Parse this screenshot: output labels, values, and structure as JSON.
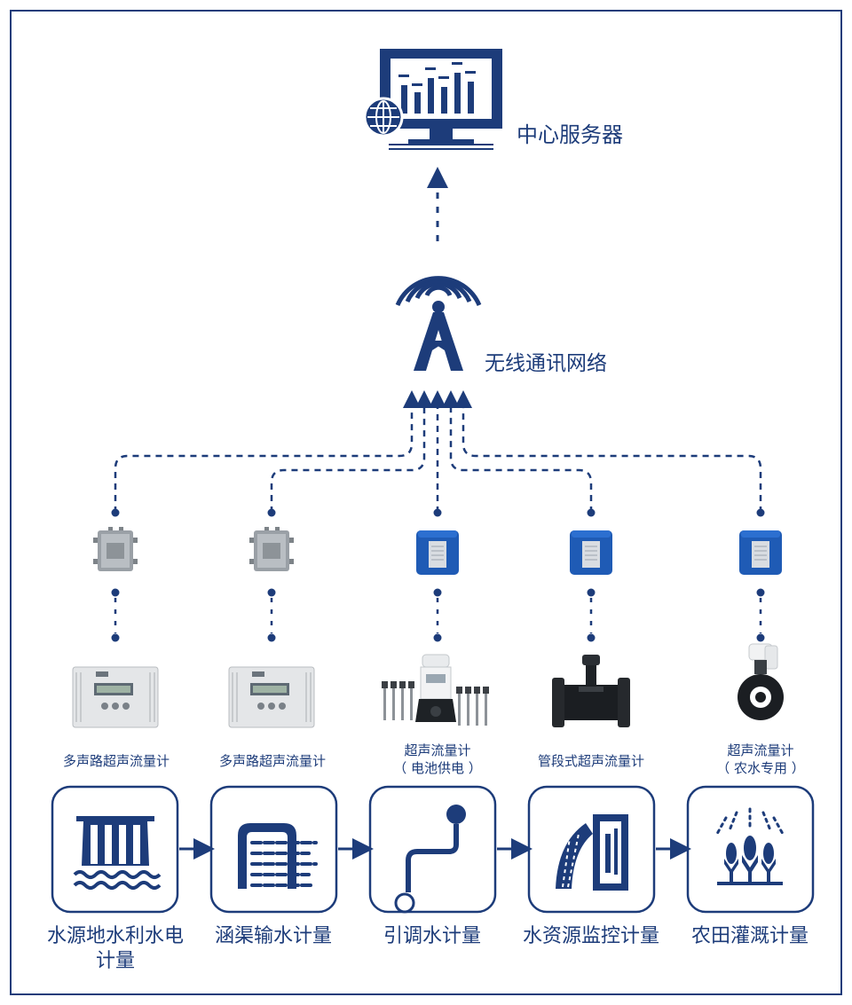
{
  "colors": {
    "primary": "#1d3c7a",
    "accent": "#2b66b5",
    "device_blue": "#1f5bb5",
    "frame": "#1d3c7a"
  },
  "top": {
    "server_label": "中心服务器",
    "server_icon": "monitor-chart-globe-icon",
    "network_label": "无线通讯网络",
    "network_icon": "antenna-tower-icon"
  },
  "columns": [
    {
      "transmitter_icon": "rtu-aluminum-box-icon",
      "meter_icon": "wall-mount-flowmeter-icon",
      "meter_lines": [
        "多声路超声流量计"
      ],
      "scene_label": [
        "水源地水利水电",
        "计量"
      ],
      "scene_icon": "dam-hydropower-icon"
    },
    {
      "transmitter_icon": "rtu-aluminum-box-icon",
      "meter_icon": "wall-mount-flowmeter-icon",
      "meter_lines": [
        "多声路超声流量计"
      ],
      "scene_label": [
        "涵渠输水计量"
      ],
      "scene_icon": "culvert-channel-icon"
    },
    {
      "transmitter_icon": "blue-battery-transmitter-icon",
      "meter_icon": "battery-flowmeter-with-probes-icon",
      "meter_lines": [
        "超声流量计",
        "（ 电池供电 ）"
      ],
      "scene_label": [
        "引调水计量"
      ],
      "scene_icon": "water-diversion-pipe-icon"
    },
    {
      "transmitter_icon": "blue-battery-transmitter-icon",
      "meter_icon": "spool-piece-flowmeter-icon",
      "meter_lines": [
        "管段式超声流量计"
      ],
      "scene_label": [
        "水资源监控计量"
      ],
      "scene_icon": "water-resource-monitor-icon"
    },
    {
      "transmitter_icon": "blue-battery-transmitter-icon",
      "meter_icon": "agri-flowmeter-icon",
      "meter_lines": [
        "超声流量计",
        "（ 农水专用 ）"
      ],
      "scene_label": [
        "农田灌溉计量"
      ],
      "scene_icon": "crop-irrigation-icon"
    }
  ]
}
